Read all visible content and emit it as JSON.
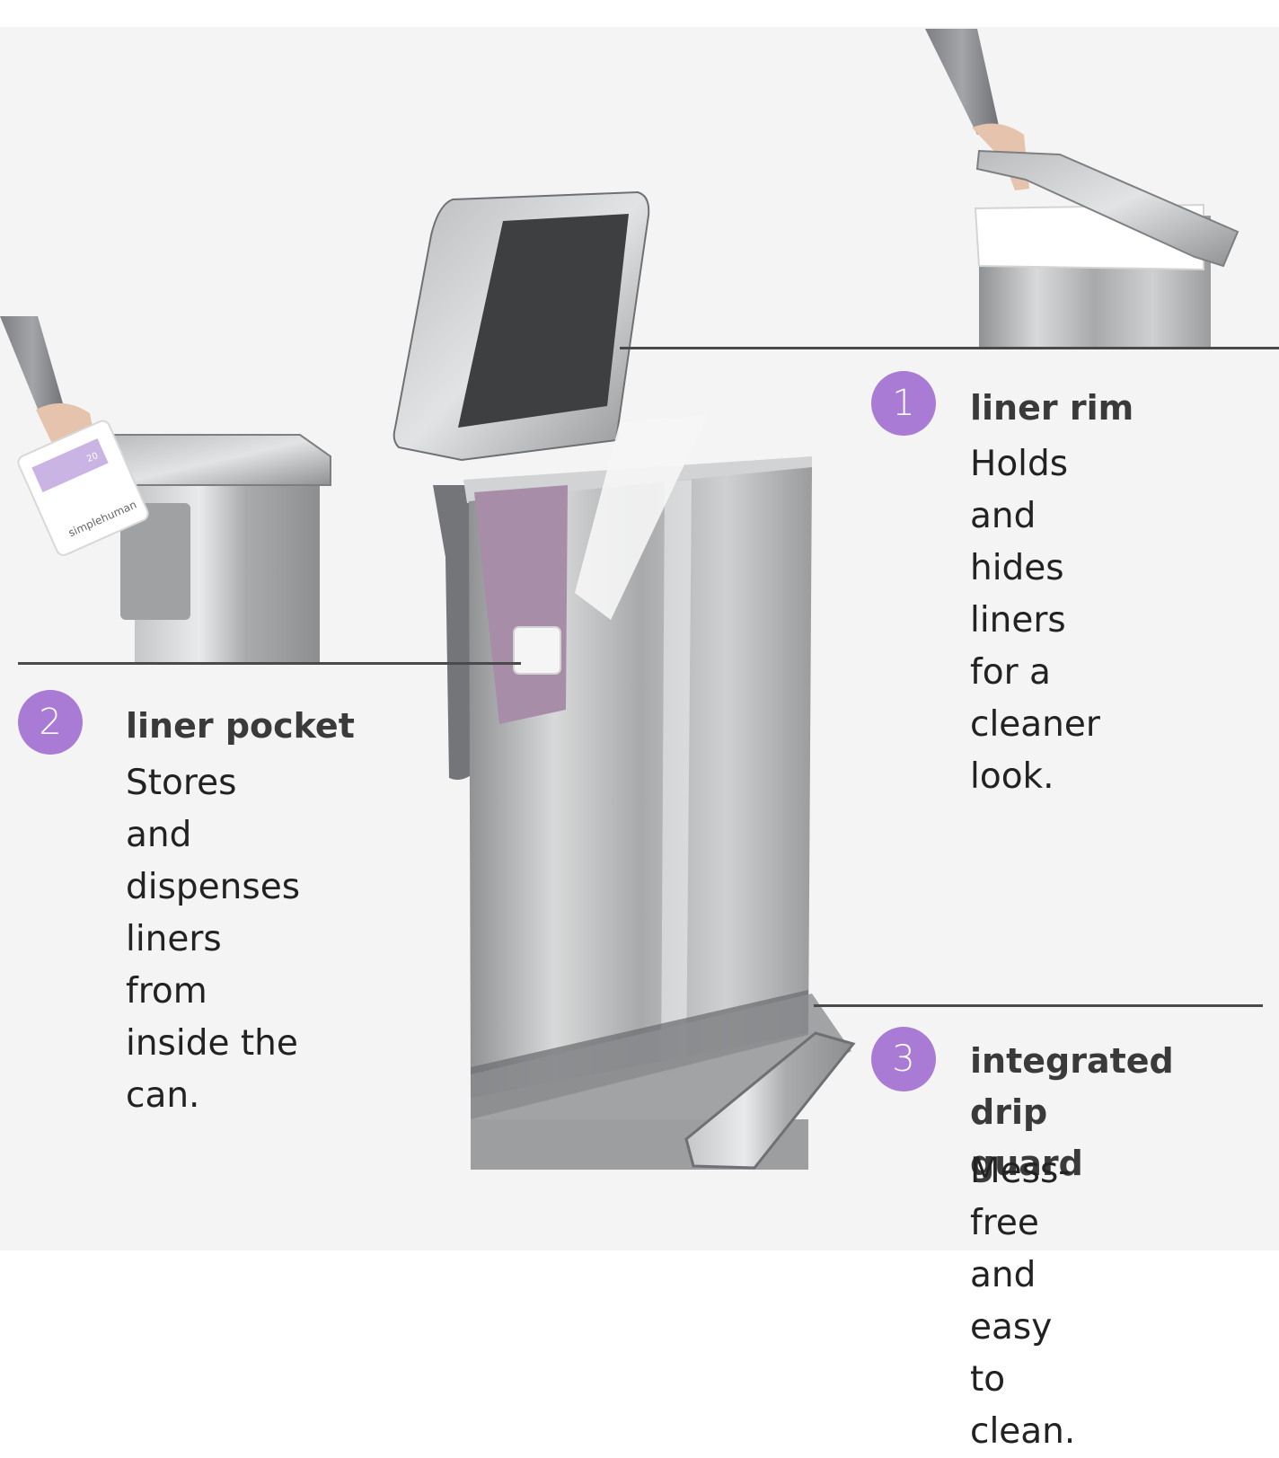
{
  "colors": {
    "accent": "#a97bd4",
    "background": "#f4f4f4",
    "rule": "#4a4a4a",
    "text": "#222222"
  },
  "icons": [
    "number-badge",
    "trash-can-illustration"
  ],
  "features": [
    {
      "number": "1",
      "title": "liner rim",
      "description": "Holds and hides\nliners for a\ncleaner look."
    },
    {
      "number": "2",
      "title": "liner pocket",
      "description": "Stores and\ndispenses liners\nfrom inside the\ncan."
    },
    {
      "number": "3",
      "title": "integrated drip\nguard",
      "description": "Mess-free and\neasy to clean."
    }
  ],
  "product": {
    "brand_label": "simplehuman",
    "pack_count": "20"
  }
}
